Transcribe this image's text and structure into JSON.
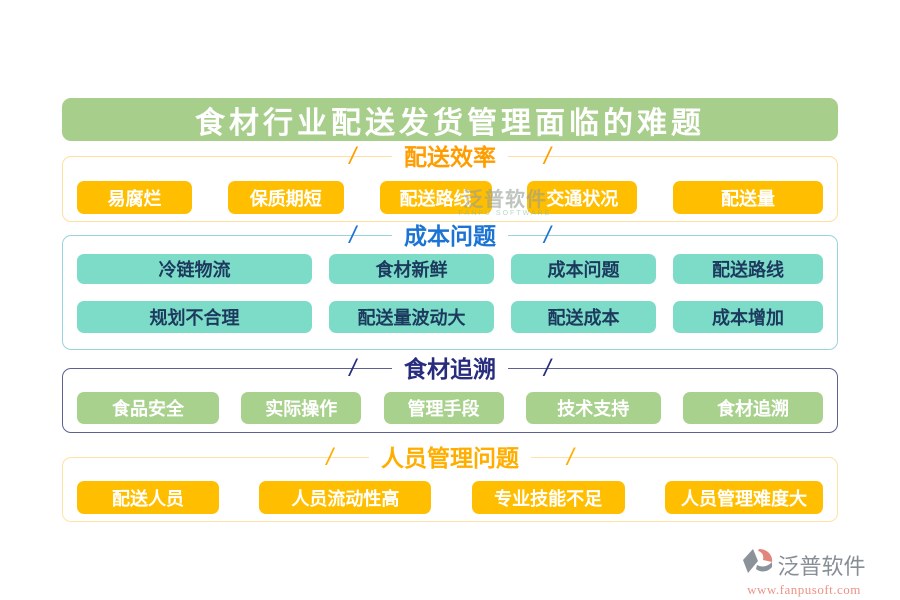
{
  "banner": {
    "title": "食材行业配送发货管理面临的难题"
  },
  "sections": [
    {
      "title": "配送效率",
      "button_style": "yellow",
      "rows": [
        [
          "易腐烂",
          "保质期短",
          "配送路线",
          "交通状况",
          "配送量"
        ]
      ]
    },
    {
      "title": "成本问题",
      "button_style": "teal",
      "rows": [
        [
          "冷链物流",
          "食材新鲜",
          "成本问题",
          "配送路线"
        ],
        [
          "规划不合理",
          "配送量波动大",
          "配送成本",
          "成本增加"
        ]
      ]
    },
    {
      "title": "食材追溯",
      "button_style": "green",
      "rows": [
        [
          "食品安全",
          "实际操作",
          "管理手段",
          "技术支持",
          "食材追溯"
        ]
      ]
    },
    {
      "title": "人员管理问题",
      "button_style": "yellow",
      "rows": [
        [
          "配送人员",
          "人员流动性高",
          "专业技能不足",
          "人员管理难度大"
        ]
      ]
    }
  ],
  "watermark": {
    "text": "泛普软件",
    "subtext": "FANPU SOFTWARE"
  },
  "footer_logo": {
    "brand": "泛普软件",
    "url": "www.fanpusoft.com"
  },
  "colors": {
    "banner_green": "#A8CE8B",
    "button_yellow": "#FFBF00",
    "button_teal": "#7DDCC8",
    "button_green": "#A9D18E",
    "title_orange": "#FF9D00",
    "title_blue": "#1B74D4",
    "title_navy": "#272C7C",
    "title_amber": "#FFAE00"
  }
}
